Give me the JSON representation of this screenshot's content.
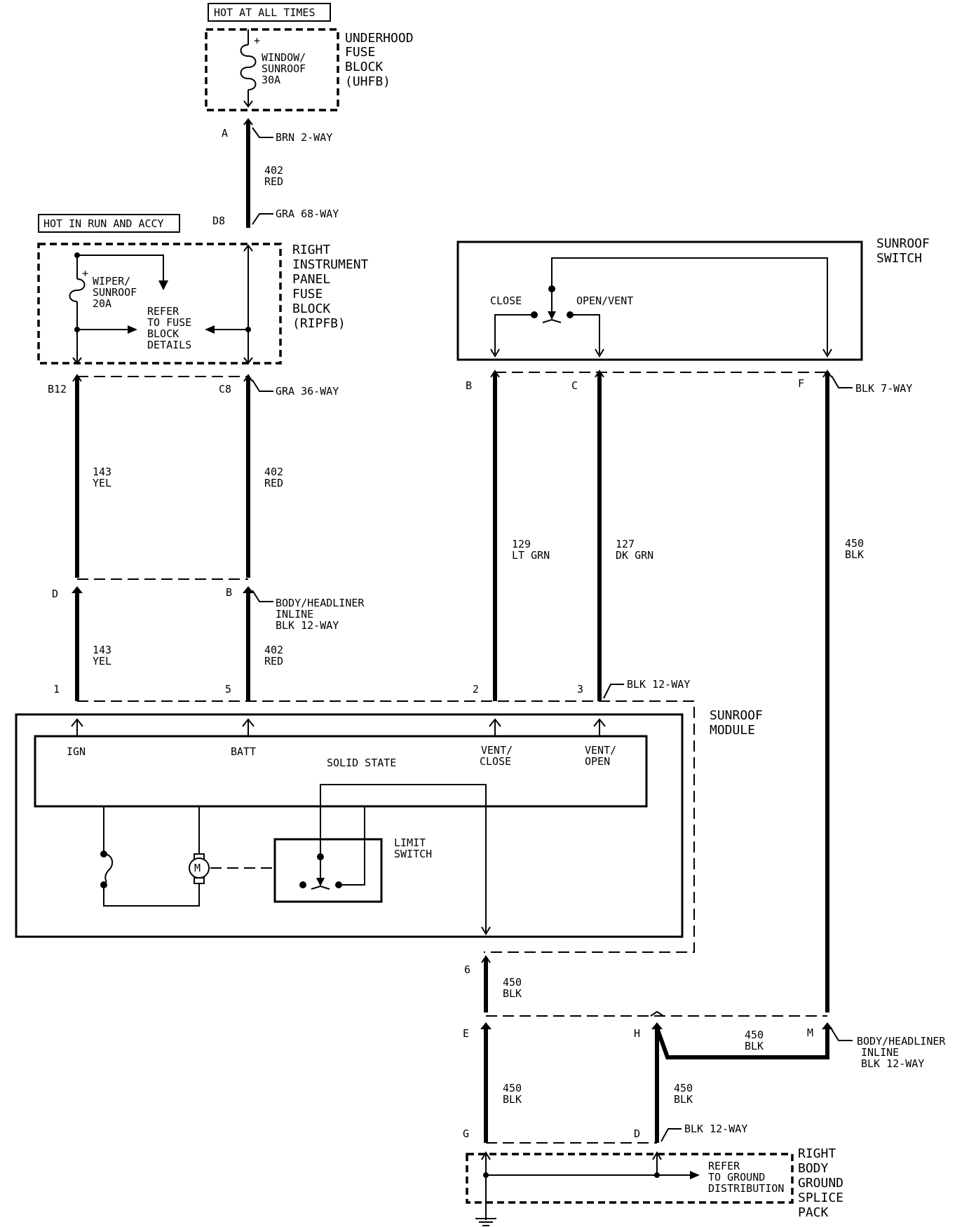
{
  "labels": {
    "hot_at_all_times": "HOT AT ALL TIMES",
    "hot_in_run_accy": "HOT IN RUN AND ACCY",
    "uhfb": [
      "UNDERHOOD",
      "FUSE",
      "BLOCK",
      "(UHFB)"
    ],
    "fuse_window_sunroof": [
      "WINDOW/",
      "SUNROOF",
      "30A"
    ],
    "ripfb": [
      "RIGHT",
      "INSTRUMENT",
      "PANEL",
      "FUSE",
      "BLOCK",
      "(RIPFB)"
    ],
    "fuse_wiper_sunroof": [
      "WIPER/",
      "SUNROOF",
      "20A"
    ],
    "refer_fuse": [
      "REFER",
      "TO FUSE",
      "BLOCK",
      "DETAILS"
    ],
    "sunroof_switch": [
      "SUNROOF",
      "SWITCH"
    ],
    "close": "CLOSE",
    "open_vent": "OPEN/VENT",
    "sunroof_module": [
      "SUNROOF",
      "MODULE"
    ],
    "ign": "IGN",
    "batt": "BATT",
    "solid_state": "SOLID STATE",
    "vent_close": [
      "VENT/",
      "CLOSE"
    ],
    "vent_open": [
      "VENT/",
      "OPEN"
    ],
    "limit_switch": [
      "LIMIT",
      "SWITCH"
    ],
    "motor": "M",
    "refer_ground": [
      "REFER",
      "TO GROUND",
      "DISTRIBUTION"
    ],
    "ground_splice": [
      "RIGHT",
      "BODY",
      "GROUND",
      "SPLICE",
      "PACK"
    ]
  },
  "connectors": {
    "brn_2way": "BRN 2-WAY",
    "gra_68way": "GRA 68-WAY",
    "gra_36way": "GRA 36-WAY",
    "blk_7way": "BLK 7-WAY",
    "headliner_upper": [
      "BODY/HEADLINER",
      "INLINE",
      "BLK 12-WAY"
    ],
    "blk_12way_module": "BLK 12-WAY",
    "headliner_lower": [
      "BODY/HEADLINER",
      "INLINE",
      "BLK 12-WAY"
    ],
    "blk_12way_ground": "BLK 12-WAY"
  },
  "pins": {
    "A": "A",
    "D8": "D8",
    "B12": "B12",
    "C8": "C8",
    "B": "B",
    "C": "C",
    "F": "F",
    "D_upper": "D",
    "B_upper": "B",
    "p1": "1",
    "p5": "5",
    "p2": "2",
    "p3": "3",
    "p6": "6",
    "E": "E",
    "H": "H",
    "M": "M",
    "G": "G",
    "D_lower": "D"
  },
  "wires": {
    "w402_top": [
      "402",
      "RED"
    ],
    "w143_a": [
      "143",
      "YEL"
    ],
    "w402_a": [
      "402",
      "RED"
    ],
    "w143_b": [
      "143",
      "YEL"
    ],
    "w402_b": [
      "402",
      "RED"
    ],
    "w129": [
      "129",
      "LT GRN"
    ],
    "w127": [
      "127",
      "DK GRN"
    ],
    "w450_right": [
      "450",
      "BLK"
    ],
    "w450_6": [
      "450",
      "BLK"
    ],
    "w450_HM": [
      "450",
      "BLK"
    ],
    "w450_E": [
      "450",
      "BLK"
    ],
    "w450_H": [
      "450",
      "BLK"
    ]
  }
}
